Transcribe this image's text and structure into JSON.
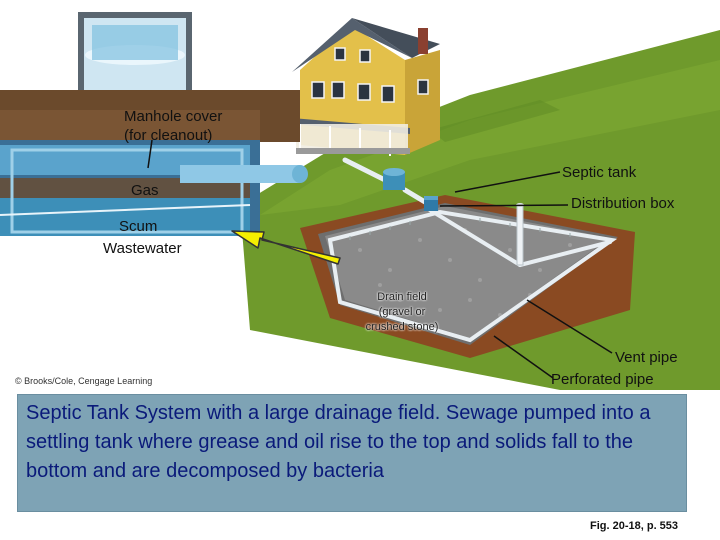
{
  "labels": {
    "manhole_cover": [
      "Manhole cover",
      "(for cleanout)"
    ],
    "gas": "Gas",
    "scum": "Scum",
    "wastewater": "Wastewater",
    "septic_tank": "Septic tank",
    "distribution_box": "Distribution box",
    "drain_field": [
      "Drain field",
      "(gravel or",
      "crushed stone)"
    ],
    "vent_pipe": "Vent pipe",
    "perforated_pipe": "Perforated pipe"
  },
  "credit": "© Brooks/Cole, Cengage Learning",
  "caption": "Septic Tank System with a large drainage field. Sewage pumped into a settling tank where grease and oil rise to the top and solids fall to the bottom and are decomposed by bacteria",
  "figure_ref": "Fig. 20-18, p. 553",
  "colors": {
    "caption_bg": "#7ea3b5",
    "caption_text": "#0a1a7a",
    "arrow": "#f5ef00",
    "soil": "#8a4a22",
    "grass": "#6f9a2c",
    "gravel": "#8a8a8a",
    "house_siding": "#e3c04a",
    "roof": "#55606e",
    "water": "#6eb4d6"
  }
}
